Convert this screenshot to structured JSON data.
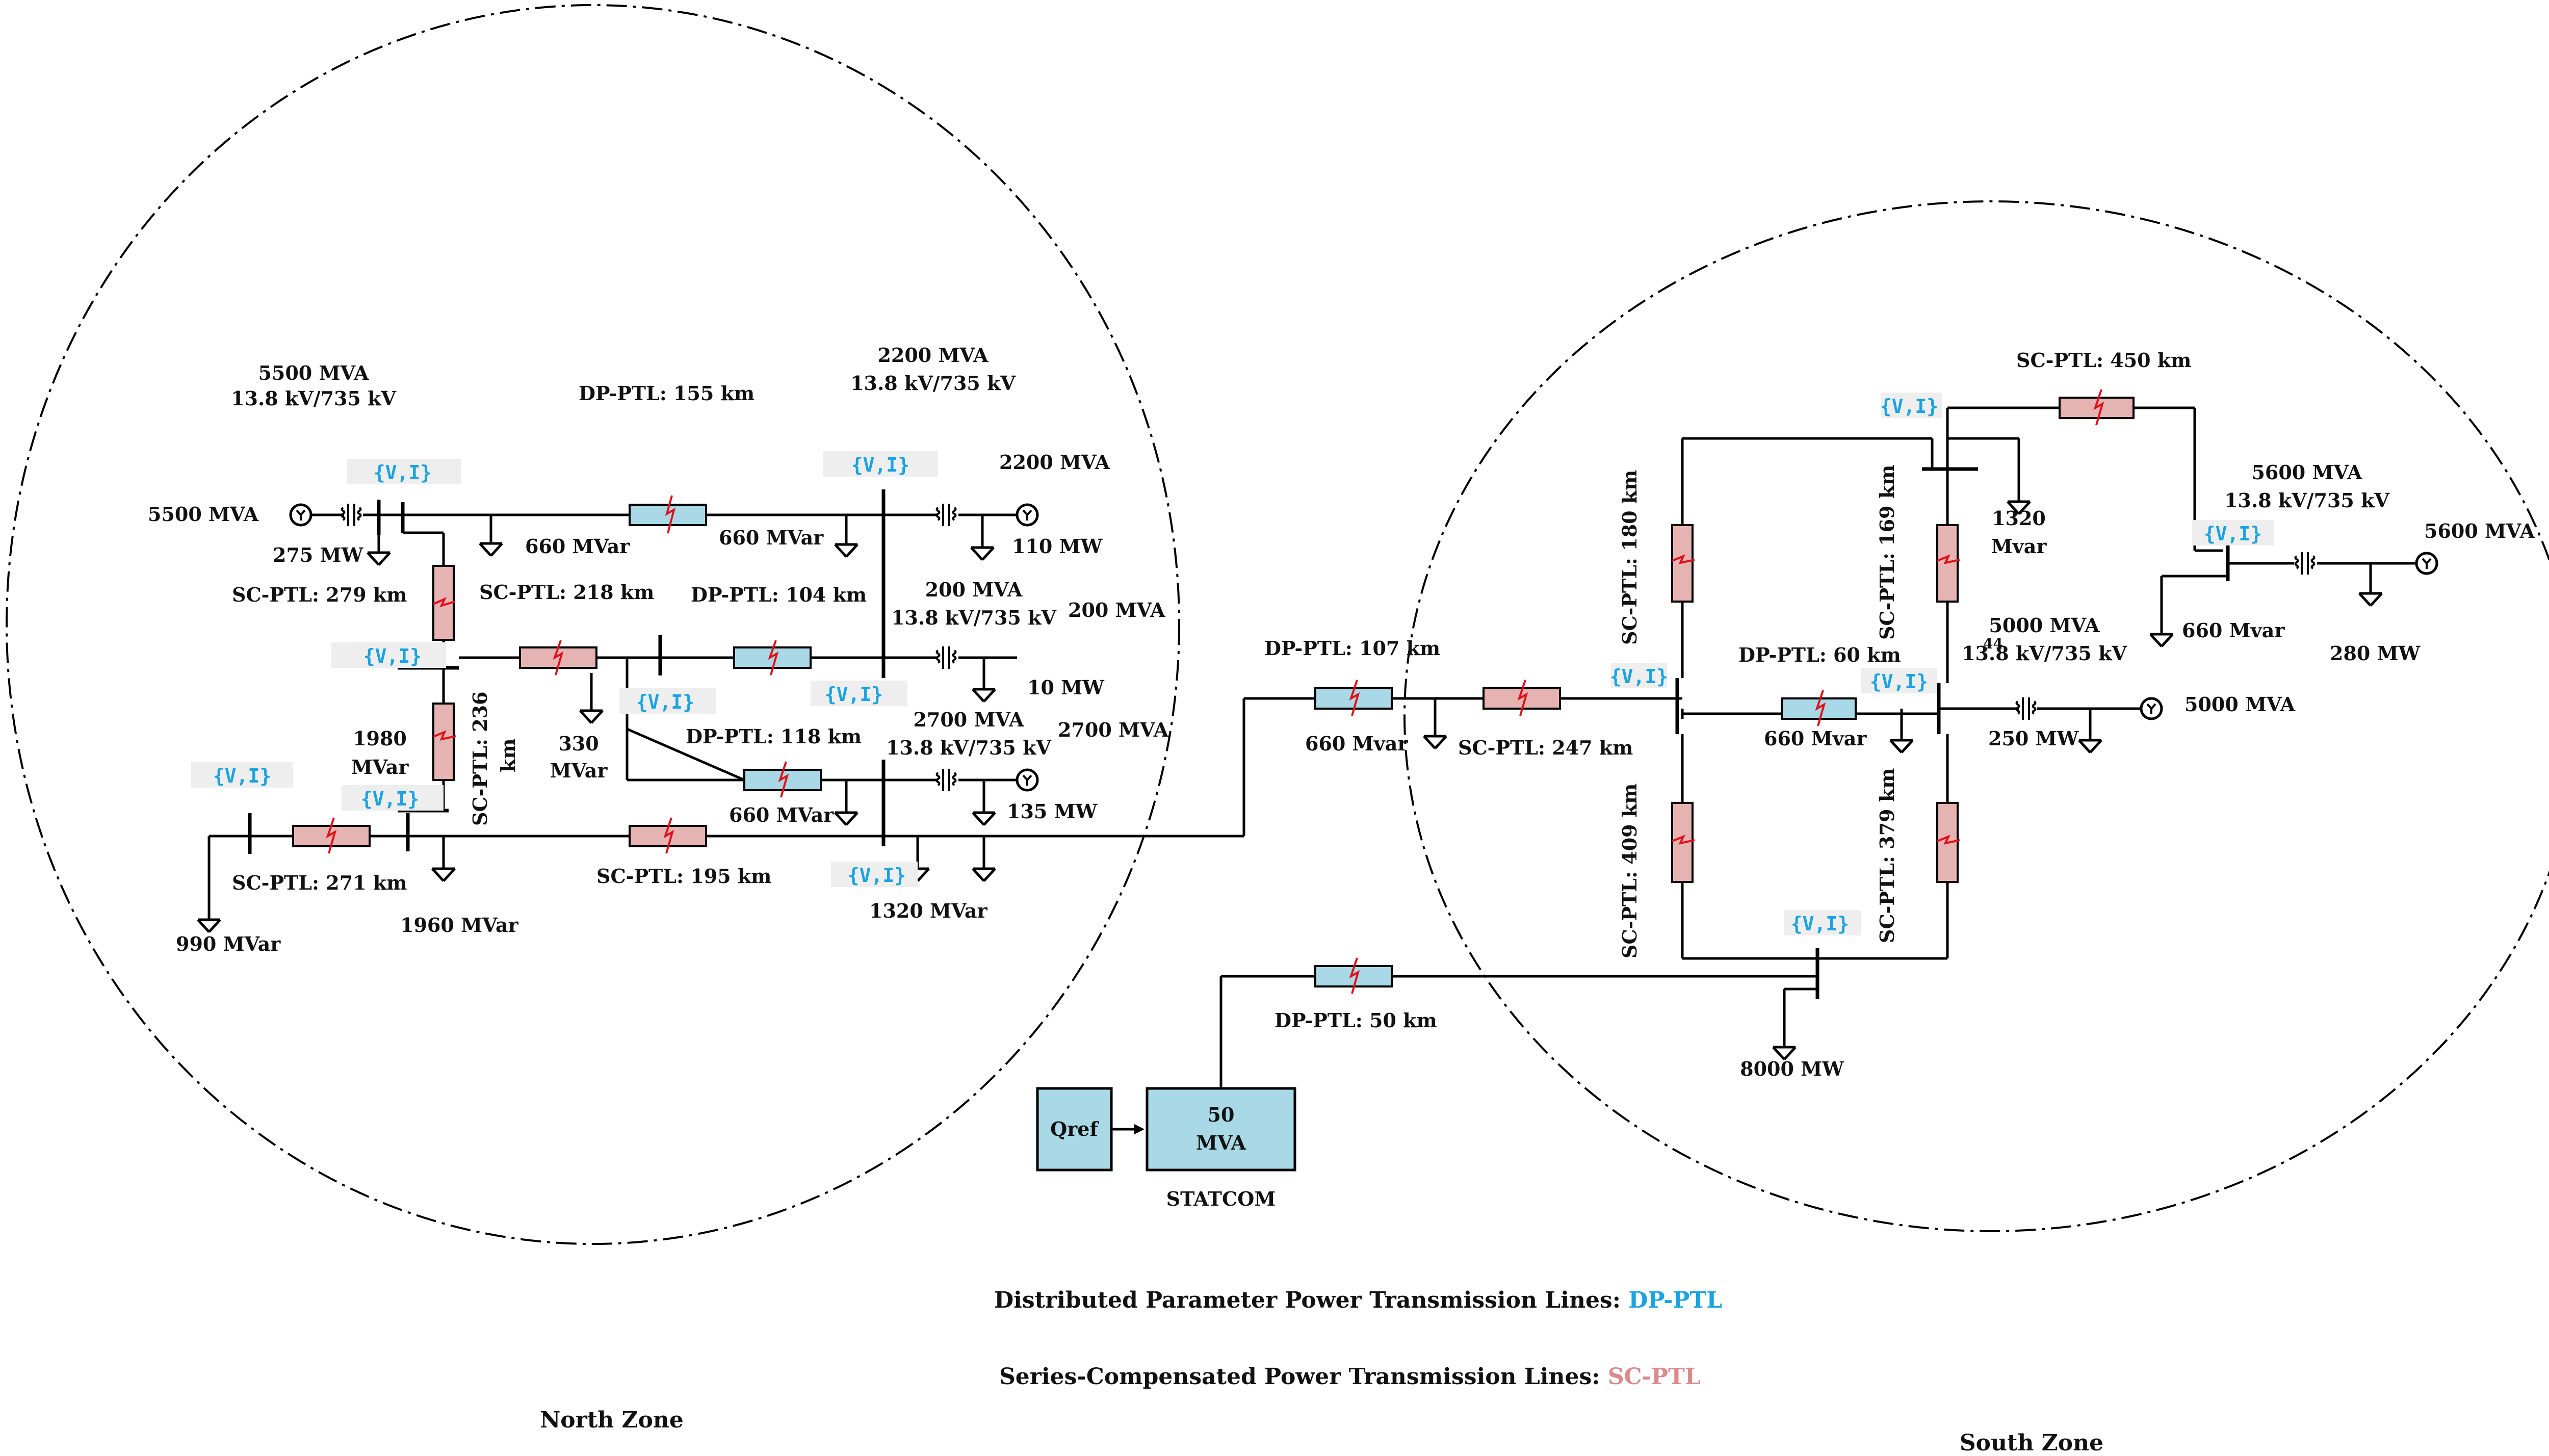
{
  "zones": {
    "north": "North Zone",
    "south": "South Zone"
  },
  "legend": {
    "dp_text": "Distributed Parameter Power Transmission Lines: ",
    "dp_abbr": "DP-PTL",
    "sc_text": "Series-Compensated Power Transmission Lines: ",
    "sc_abbr": "SC-PTL"
  },
  "colors": {
    "dp_fill": "#a9d9e6",
    "sc_fill": "#e6b3b3",
    "vi_text": "#1aa3e0",
    "fault_mark": "#e0101a",
    "sc_legend": "#d98a8a",
    "dp_legend": "#1aa3e0"
  },
  "measurement_label": "{V,I}",
  "statcom": {
    "qref": "Qref",
    "rating_line1": "50",
    "rating_line2": "MVA",
    "name": "STATCOM"
  },
  "north": {
    "g1_mva": "5500 MVA",
    "g1_xfmr_line1": "5500 MVA",
    "g1_xfmr_line2": "13.8 kV/735 kV",
    "load_275": "275 MW",
    "q_660a": "660 MVar",
    "q_660b": "660 MVar",
    "dp_155": "DP-PTL: 155 km",
    "g2_xfmr_line1": "2200 MVA",
    "g2_xfmr_line2": "13.8 kV/735 kV",
    "g2_mva": "2200 MVA",
    "load_110": "110 MW",
    "sc_279": "SC-PTL: 279 km",
    "sc_218": "SC-PTL: 218 km",
    "dp_104": "DP-PTL: 104 km",
    "g3_xfmr_line1": "200 MVA",
    "g3_xfmr_line2": "13.8 kV/735 kV",
    "g3_mva": "200 MVA",
    "load_10": "10 MW",
    "q_1980_line1": "1980",
    "q_1980_line2": "MVar",
    "sc_236_line1": "SC-PTL: 236",
    "sc_236_line2": "km",
    "q_330_line1": "330",
    "q_330_line2": "MVar",
    "dp_118": "DP-PTL: 118 km",
    "g4_xfmr_line1": "2700 MVA",
    "g4_xfmr_line2": "13.8 kV/735 kV",
    "g4_mva": "2700 MVA",
    "q_660c": "660 MVar",
    "load_135": "135 MW",
    "sc_271": "SC-PTL: 271 km",
    "sc_195": "SC-PTL: 195 km",
    "q_990": "990 MVar",
    "q_1960": "1960 MVar",
    "q_1320": "1320 MVar"
  },
  "tie": {
    "dp_107": "DP-PTL: 107 km",
    "q_660": "660 Mvar",
    "sc_247": "SC-PTL: 247 km",
    "dp_50": "DP-PTL: 50 km"
  },
  "south": {
    "sc_450": "SC-PTL: 450 km",
    "sc_180": "SC-PTL: 180 km",
    "sc_169": "SC-PTL: 169 km",
    "q_1320_line1": "1320",
    "q_1320_line2": "Mvar",
    "g5_xfmr_line1": "5600 MVA",
    "g5_xfmr_line2": "13.8 kV/735 kV",
    "g5_mva": "5600 MVA",
    "q_660": "660 Mvar",
    "load_280": "280 MW",
    "dp_60": "DP-PTL: 60 km",
    "small_44": "44",
    "g6_xfmr_line1": "5000 MVA",
    "g6_xfmr_line2": "13.8 kV/735 kV",
    "g6_mva": "5000 MVA",
    "q_660b": "660 Mvar",
    "load_250": "250 MW",
    "sc_409": "SC-PTL: 409 km",
    "sc_379": "SC-PTL: 379 km",
    "load_8000": "8000 MW"
  }
}
